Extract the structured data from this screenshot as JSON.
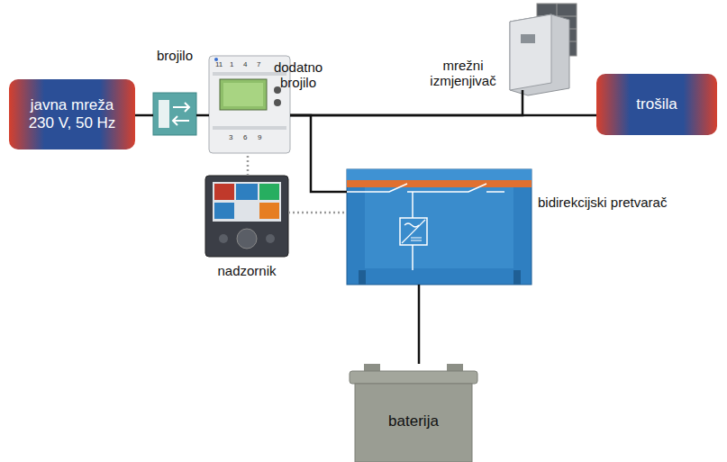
{
  "diagram": {
    "nodes": [
      {
        "text": [
          "javna mreža 230 V, 50 Hz"
        ]
      },
      {
        "text": [
          "brojilo"
        ]
      },
      {
        "text": [
          "dodatno brojilo"
        ]
      },
      {
        "text": [
          "mrežni izmjenjivač"
        ]
      },
      {
        "text": [
          "trošila"
        ]
      },
      {
        "text": [
          "nadzornik"
        ]
      },
      {
        "text": [
          "bidirekcijski pretvarač"
        ]
      },
      {
        "text": [
          "baterija"
        ]
      }
    ],
    "edges": [
      {
        "from": 0,
        "to": 1,
        "arrow": "none"
      },
      {
        "from": 1,
        "to": 2,
        "arrow": "none"
      },
      {
        "from": 2,
        "to": 4,
        "arrow": "none"
      },
      {
        "from": 2,
        "to": 3,
        "arrow": "none"
      },
      {
        "from": 2,
        "to": 6,
        "arrow": "none"
      },
      {
        "from": 5,
        "to": 2,
        "arrow": "none"
      },
      {
        "from": 5,
        "to": 6,
        "arrow": "none"
      },
      {
        "from": 6,
        "to": 7,
        "arrow": "none"
      }
    ],
    "labels": [
      "11",
      "1",
      "4",
      "7",
      "3",
      "6",
      "9"
    ]
  }
}
